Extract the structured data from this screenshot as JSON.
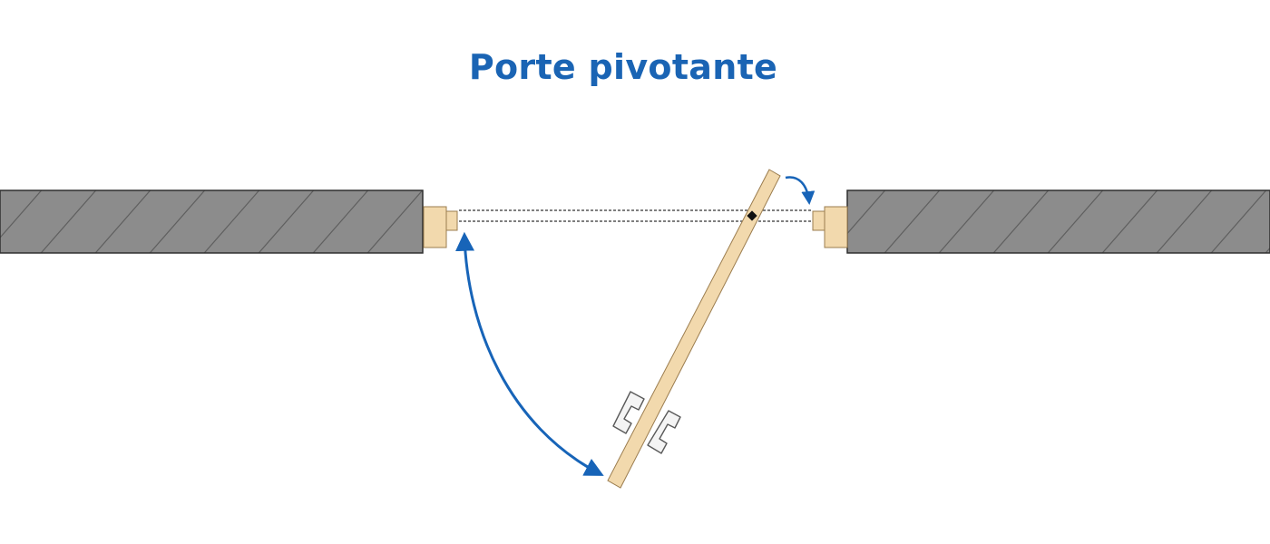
{
  "title": "Porte pivotante",
  "colors": {
    "title": "#1a64b4",
    "wall_fill": "#8c8c8c",
    "wall_hatch": "#5f5f5f",
    "wall_stroke": "#2e2e2e",
    "wood": "#f2d9ad",
    "wood_stroke": "#9b7d4f",
    "arrow": "#1764b8",
    "dotted": "#555555",
    "pivot": "#111111",
    "handle": "#f4f4f4",
    "handle_stroke": "#5a5a5a"
  },
  "icons": {
    "swing_arrow": "curved-double-arrow",
    "pivot_arrow": "curved-small-arrow",
    "handle": "door-handle"
  }
}
